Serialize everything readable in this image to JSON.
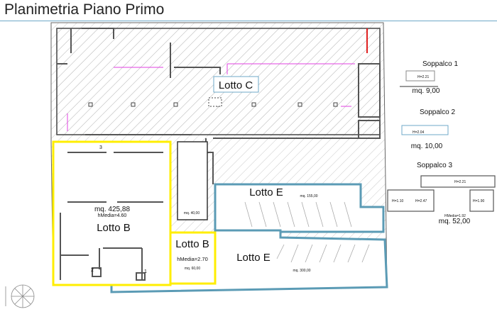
{
  "title": "Planimetria Piano Primo",
  "colors": {
    "lotto_b": "#ffee00",
    "lotto_e": "#5b9bb5",
    "hatch": "#b8b8b8",
    "walls": "#555555",
    "magenta": "#e040e0",
    "lotto_c_box": "#6fa8c8"
  },
  "lots": {
    "lotto_c": {
      "label": "Lotto C"
    },
    "lotto_b_main": {
      "label": "Lotto B",
      "area": "mq. 425,88",
      "height": "hMedia=4.60"
    },
    "lotto_b_small": {
      "label": "Lotto B",
      "height": "hMedia=2.70",
      "area": "mq. 60,00"
    },
    "lotto_e_top": {
      "label": "Lotto E",
      "area": "mq. 155,00"
    },
    "lotto_e_bottom": {
      "label": "Lotto E",
      "area": "mq. 300,00"
    },
    "room_40": {
      "area": "mq. 40,00"
    }
  },
  "room_numbers": [
    "1",
    "2",
    "3"
  ],
  "soppalchi": [
    {
      "label": "Soppalco 1",
      "area": "mq. 9,00",
      "heights": [
        "H=2.21"
      ]
    },
    {
      "label": "Soppalco 2",
      "area": "mq. 10,00",
      "heights": [
        "H=2.04"
      ]
    },
    {
      "label": "Soppalco 3",
      "area": "mq. 52,00",
      "heights": [
        "H=2.21",
        "H=1.10",
        "H=2.47",
        "H=1.90",
        "HMedia=1.92"
      ]
    }
  ]
}
